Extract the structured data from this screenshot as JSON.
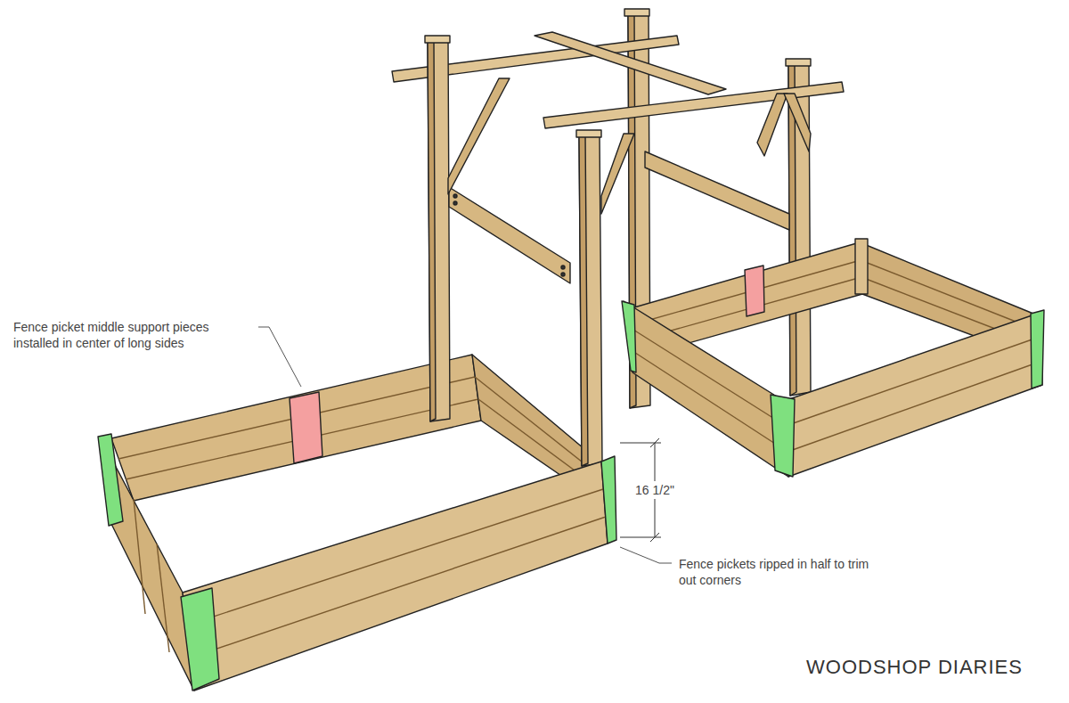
{
  "diagram": {
    "labels": [
      "Fence picket middle support pieces installed in center of long sides",
      "16 1/2\"",
      "Fence pickets ripped in half to trim out corners",
      "WOODSHOP DIARIES"
    ]
  }
}
